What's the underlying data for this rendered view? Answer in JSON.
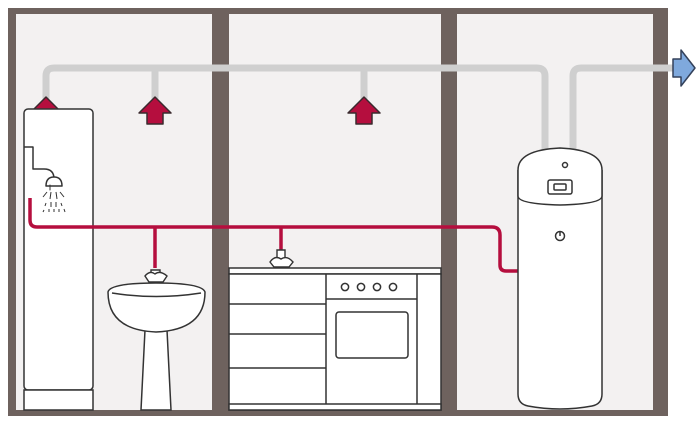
{
  "diagram": {
    "rooms": [
      "shower-room",
      "bathroom-sink",
      "kitchen",
      "utility-room"
    ],
    "colors": {
      "wall": "#6e625e",
      "room_fill": "#f3f1f1",
      "hot_water_pipe": "#b50e3e",
      "air_duct": "#cfcfcf",
      "air_inlet_arrow": "#b50e3e",
      "air_outlet_arrow": "#7fa9dd",
      "outline": "#333333"
    },
    "icons": {
      "air_inlet": "up-arrow-icon",
      "air_outlet": "right-arrow-icon",
      "shower": "shower-head-icon",
      "faucet": "faucet-icon",
      "heat_pump_water_heater": "water-heater-icon"
    }
  }
}
